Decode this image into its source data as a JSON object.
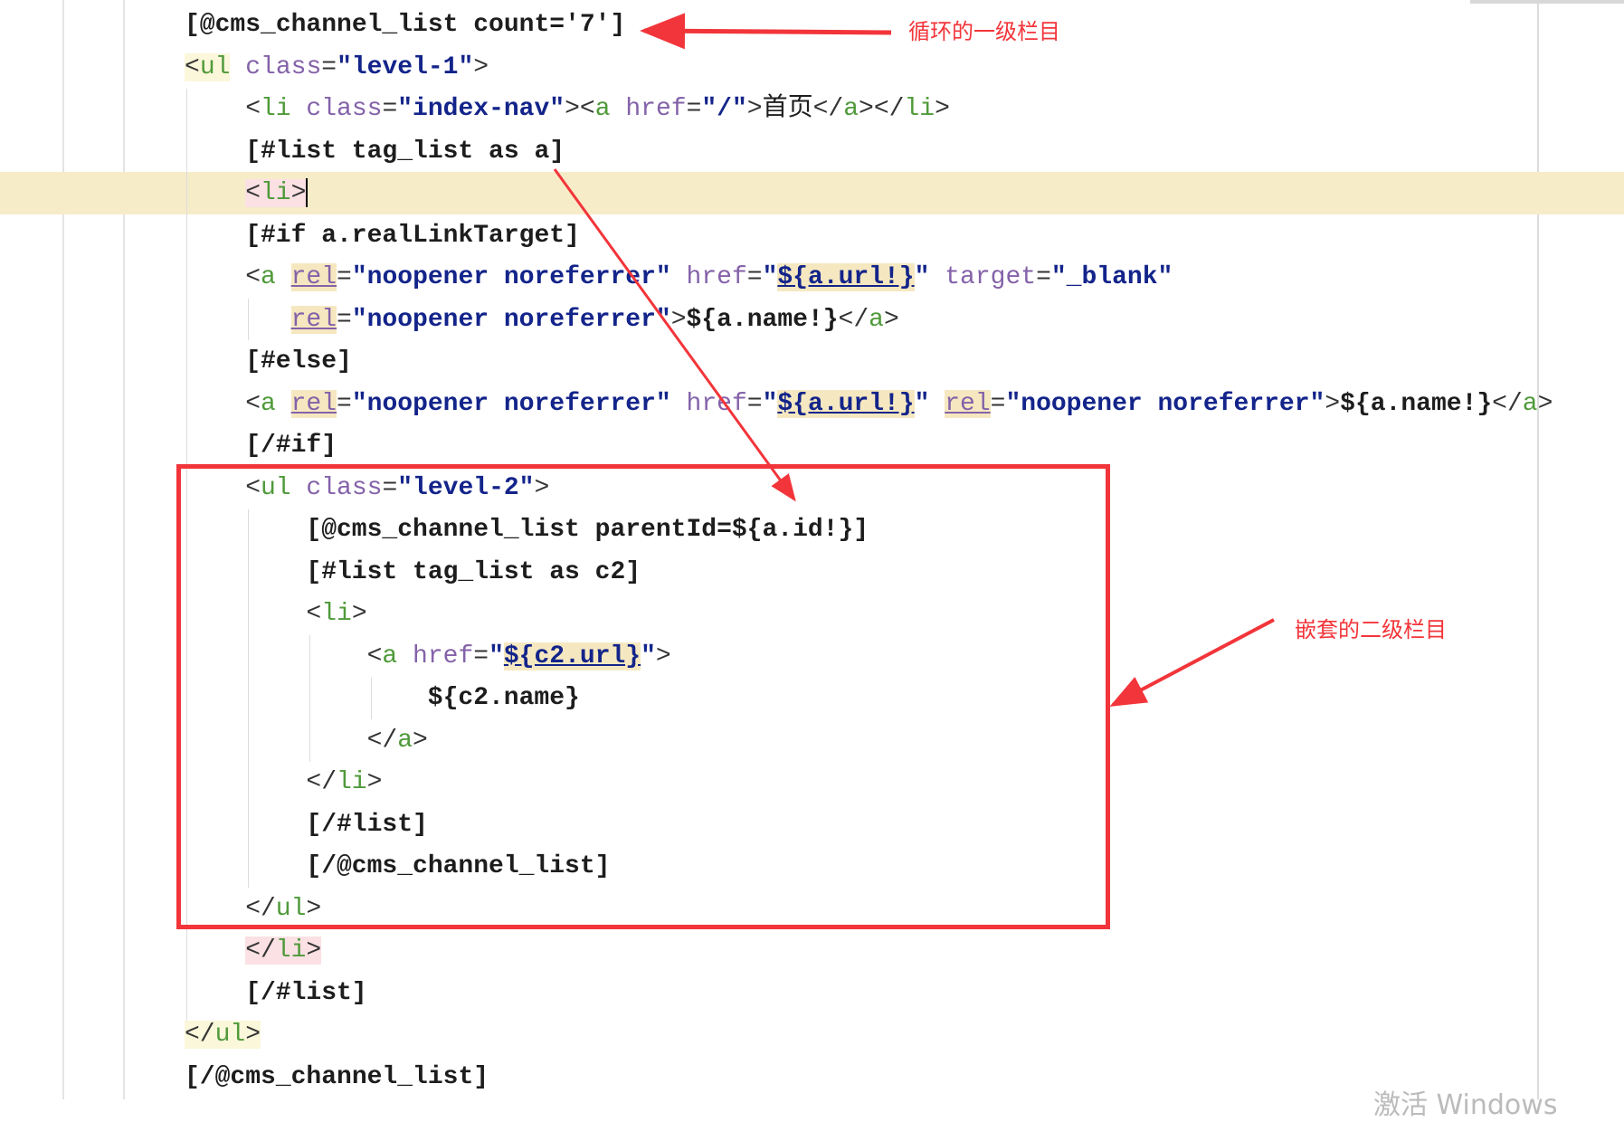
{
  "editor": {
    "lines": [
      [
        [
          "dir",
          "[@cms_channel_list count='7']"
        ]
      ],
      [
        [
          "punct-ulhl",
          "<"
        ],
        [
          "tag-ulhl",
          "ul"
        ],
        [
          "text",
          " "
        ],
        [
          "attr",
          "class"
        ],
        [
          "punct",
          "="
        ],
        [
          "str",
          "\"level-1\""
        ],
        [
          "punct",
          ">"
        ]
      ],
      [
        [
          "punct",
          "<"
        ],
        [
          "tag",
          "li"
        ],
        [
          "text",
          " "
        ],
        [
          "attr",
          "class"
        ],
        [
          "punct",
          "="
        ],
        [
          "str",
          "\"index-nav\""
        ],
        [
          "punct",
          ">"
        ],
        [
          "punct",
          "<"
        ],
        [
          "tag",
          "a"
        ],
        [
          "text",
          " "
        ],
        [
          "attr",
          "href"
        ],
        [
          "punct",
          "="
        ],
        [
          "str",
          "\"/\""
        ],
        [
          "punct",
          ">"
        ],
        [
          "text",
          "首页"
        ],
        [
          "punct",
          "</"
        ],
        [
          "tag",
          "a"
        ],
        [
          "punct",
          "></"
        ],
        [
          "tag",
          "li"
        ],
        [
          "punct",
          ">"
        ]
      ],
      [
        [
          "dir",
          "[#list tag_list as a]"
        ]
      ],
      [
        [
          "punct-lihl",
          "<"
        ],
        [
          "tag-lihl",
          "li"
        ],
        [
          "punct-lihl",
          ">"
        ],
        [
          "caret",
          ""
        ]
      ],
      [
        [
          "dir",
          "[#if a.realLinkTarget]"
        ]
      ],
      [
        [
          "punct",
          "<"
        ],
        [
          "tag",
          "a"
        ],
        [
          "text",
          " "
        ],
        [
          "rel",
          "rel"
        ],
        [
          "punct",
          "="
        ],
        [
          "str",
          "\"noopener noreferrer\""
        ],
        [
          "text",
          " "
        ],
        [
          "attr",
          "href"
        ],
        [
          "punct",
          "="
        ],
        [
          "str",
          "\""
        ],
        [
          "url",
          "${a.url!}"
        ],
        [
          "str",
          "\""
        ],
        [
          "text",
          " "
        ],
        [
          "attr",
          "target"
        ],
        [
          "punct",
          "="
        ],
        [
          "str",
          "\"_blank\""
        ]
      ],
      [
        [
          "rel",
          "rel"
        ],
        [
          "punct",
          "="
        ],
        [
          "str",
          "\"noopener noreferrer\""
        ],
        [
          "punct",
          ">"
        ],
        [
          "expr",
          "${a.name!}"
        ],
        [
          "punct",
          "</"
        ],
        [
          "tag",
          "a"
        ],
        [
          "punct",
          ">"
        ]
      ],
      [
        [
          "dir",
          "[#else]"
        ]
      ],
      [
        [
          "punct",
          "<"
        ],
        [
          "tag",
          "a"
        ],
        [
          "text",
          " "
        ],
        [
          "rel",
          "rel"
        ],
        [
          "punct",
          "="
        ],
        [
          "str",
          "\"noopener noreferrer\""
        ],
        [
          "text",
          " "
        ],
        [
          "attr",
          "href"
        ],
        [
          "punct",
          "="
        ],
        [
          "str",
          "\""
        ],
        [
          "url",
          "${a.url!}"
        ],
        [
          "str",
          "\""
        ],
        [
          "text",
          " "
        ],
        [
          "rel",
          "rel"
        ],
        [
          "punct",
          "="
        ],
        [
          "str",
          "\"noopener noreferrer\""
        ],
        [
          "punct",
          ">"
        ],
        [
          "expr",
          "${a.name!}"
        ],
        [
          "punct",
          "</"
        ],
        [
          "tag",
          "a"
        ],
        [
          "punct",
          ">"
        ]
      ],
      [
        [
          "dir",
          "[/#if]"
        ]
      ],
      [
        [
          "punct",
          "<"
        ],
        [
          "tag",
          "ul"
        ],
        [
          "text",
          " "
        ],
        [
          "attr",
          "class"
        ],
        [
          "punct",
          "="
        ],
        [
          "str",
          "\"level-2\""
        ],
        [
          "punct",
          ">"
        ]
      ],
      [
        [
          "dir",
          "[@cms_channel_list parentId=${a.id!}]"
        ]
      ],
      [
        [
          "dir",
          "[#list tag_list as c2]"
        ]
      ],
      [
        [
          "punct",
          "<"
        ],
        [
          "tag",
          "li"
        ],
        [
          "punct",
          ">"
        ]
      ],
      [
        [
          "punct",
          "<"
        ],
        [
          "tag",
          "a"
        ],
        [
          "text",
          " "
        ],
        [
          "attr",
          "href"
        ],
        [
          "punct",
          "="
        ],
        [
          "str",
          "\""
        ],
        [
          "url",
          "${c2.url}"
        ],
        [
          "str",
          "\""
        ],
        [
          "punct",
          ">"
        ]
      ],
      [
        [
          "expr",
          "${c2.name}"
        ]
      ],
      [
        [
          "punct",
          "</"
        ],
        [
          "tag",
          "a"
        ],
        [
          "punct",
          ">"
        ]
      ],
      [
        [
          "punct",
          "</"
        ],
        [
          "tag",
          "li"
        ],
        [
          "punct",
          ">"
        ]
      ],
      [
        [
          "dir",
          "[/#list]"
        ]
      ],
      [
        [
          "dir",
          "[/@cms_channel_list]"
        ]
      ],
      [
        [
          "punct",
          "</"
        ],
        [
          "tag",
          "ul"
        ],
        [
          "punct",
          ">"
        ]
      ],
      [
        [
          "punct-lihl",
          "</"
        ],
        [
          "tag-lihl",
          "li"
        ],
        [
          "punct-lihl",
          ">"
        ]
      ],
      [
        [
          "dir",
          "[/#list]"
        ]
      ],
      [
        [
          "punct-ulhl",
          "</"
        ],
        [
          "tag-ulhl",
          "ul"
        ],
        [
          "punct-ulhl",
          ">"
        ]
      ],
      [
        [
          "dir",
          "[/@cms_channel_list]"
        ]
      ]
    ]
  },
  "annotations": {
    "first_level": "循环的一级栏目",
    "second_level": "嵌套的二级栏目",
    "arrow_color": "#f2353a"
  },
  "watermark": "激活 Windows"
}
